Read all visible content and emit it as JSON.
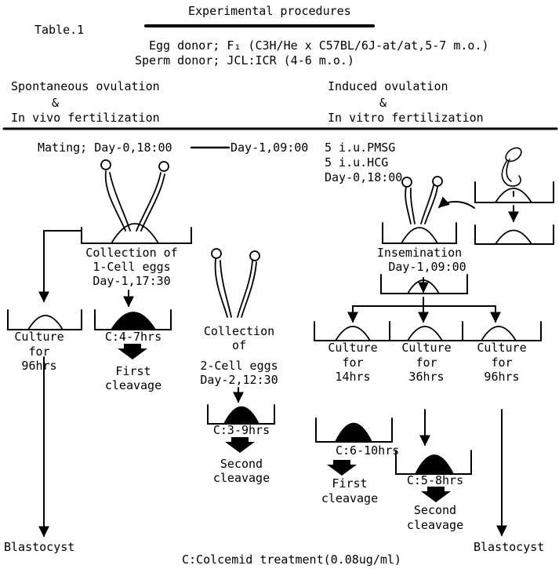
{
  "header": {
    "table_label": "Table.1",
    "title": "Experimental procedures",
    "egg_donor": "Egg donor; F₁ (C3H/He x C57BL/6J-at/at,5-7 m.o.)",
    "sperm_donor": "Sperm donor; JCL:ICR (4-6 m.o.)"
  },
  "left": {
    "heading_1": "Spontaneous ovulation",
    "heading_amp": "&",
    "heading_2": "In vivo fertilization",
    "mating_start": "Mating; Day-0,18:00",
    "mating_end": "Day-1,09:00",
    "collect1_l1": "Collection of",
    "collect1_l2": "1-Cell eggs",
    "collect1_l3": "Day-1,17:30",
    "culture_l1": "Culture",
    "culture_l2": "for",
    "culture_l3": "96hrs",
    "colcemid1": "C:4-7hrs",
    "first_cleavage_l1": "First",
    "first_cleavage_l2": "cleavage",
    "collect2_l1": "Collection",
    "collect2_l2": "of",
    "collect2_l3": "2-Cell eggs",
    "collect2_l4": "Day-2,12:30",
    "colcemid2": "C:3-9hrs",
    "second_cleavage_l1": "Second",
    "second_cleavage_l2": "cleavage",
    "blastocyst": "Blastocyst"
  },
  "right": {
    "heading_1": "Induced ovulation",
    "heading_amp": "&",
    "heading_2": "In vitro fertilization",
    "pmsg": "5 i.u.PMSG",
    "hcg": "5 i.u.HCG",
    "day0": "Day-0,18:00",
    "insemination": "Insemination",
    "insemination_time": "Day-1,09:00",
    "culture_label": "Culture",
    "for_label": "for",
    "culture_a_hrs": "14hrs",
    "culture_b_hrs": "36hrs",
    "culture_c_hrs": "96hrs",
    "colcemid_a": "C:6-10hrs",
    "colcemid_b": "C:5-8hrs",
    "first_cleavage_l1": "First",
    "first_cleavage_l2": "cleavage",
    "second_cleavage_l1": "Second",
    "second_cleavage_l2": "cleavage",
    "blastocyst": "Blastocyst"
  },
  "footer": {
    "legend": "C:Colcemid treatment(0.08ug/ml)"
  }
}
